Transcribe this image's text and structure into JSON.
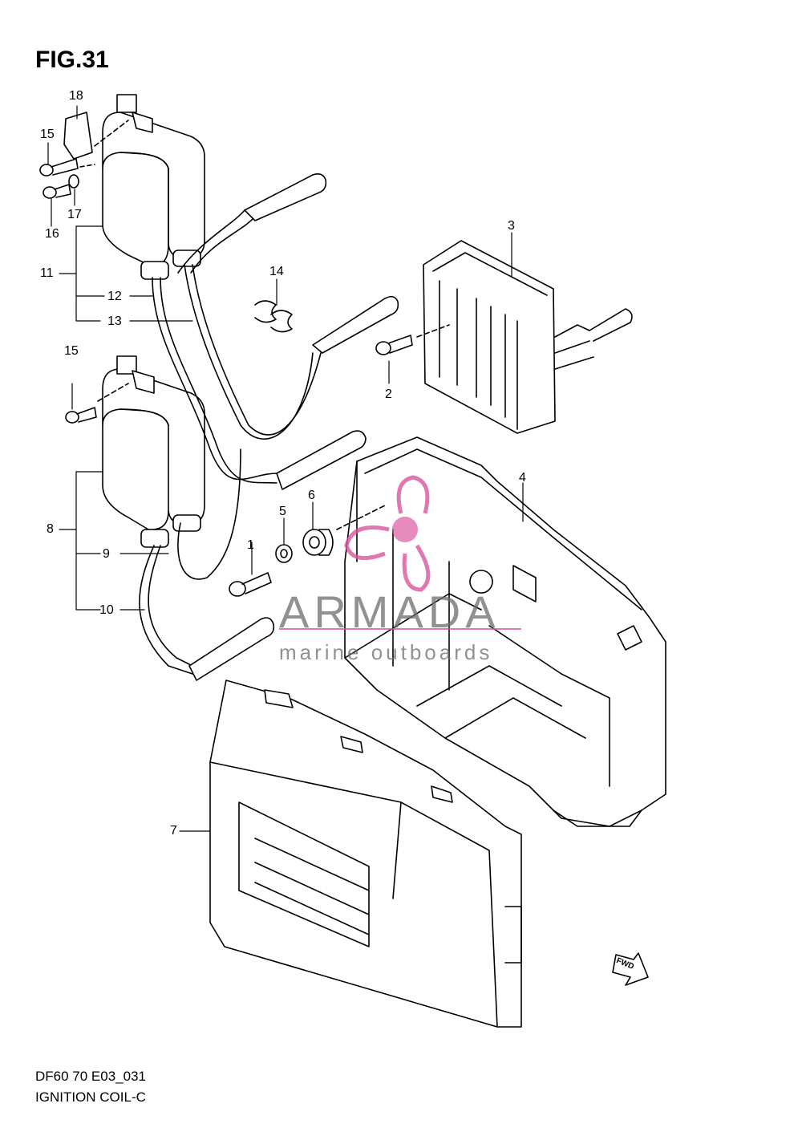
{
  "figure": {
    "title": "FIG.31"
  },
  "callouts": {
    "p1": "1",
    "p2": "2",
    "p3": "3",
    "p4": "4",
    "p5": "5",
    "p6": "6",
    "p7": "7",
    "p8": "8",
    "p9": "9",
    "p10": "10",
    "p11": "11",
    "p12": "12",
    "p13": "13",
    "p14": "14",
    "p15a": "15",
    "p15b": "15",
    "p16": "16",
    "p17": "17",
    "p18": "18"
  },
  "watermark": {
    "brand": "ARMADA",
    "tagline": "marine outboards",
    "accent": "#d9569c"
  },
  "direction_mark": {
    "label": "FWD"
  },
  "footer": {
    "code": "DF60 70 E03_031",
    "name": "IGNITION COIL-C"
  }
}
